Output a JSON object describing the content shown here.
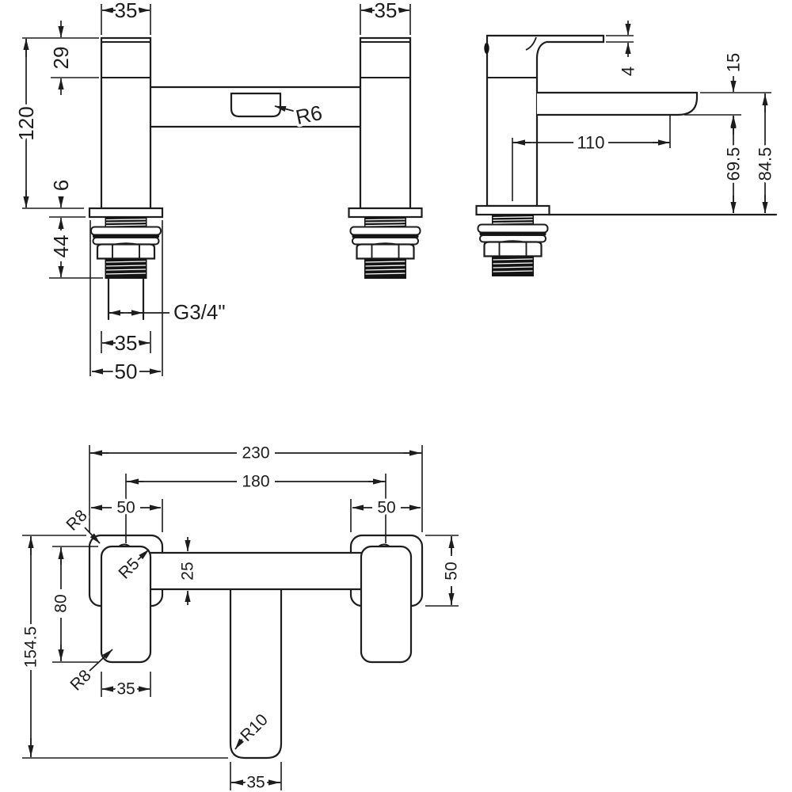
{
  "page": {
    "background": "#ffffff",
    "line_color": "#1d1d1d",
    "kind": "technical-dimension-drawing"
  },
  "views": {
    "front": {
      "title": "front-elevation",
      "labels": {
        "width_left": "35",
        "width_right": "35",
        "cap_height": "29",
        "total_height": "120",
        "plate_thickness": "6",
        "shank_length": "44",
        "thread_spec": "G3/4\"",
        "tail_width": "35",
        "plate_width": "50",
        "recess_radius": "R6"
      }
    },
    "side": {
      "title": "side-elevation",
      "labels": {
        "lever_thickness": "4",
        "spout_thickness": "15",
        "spout_reach": "110",
        "height_under_spout": "69.5",
        "height_over_spout": "84.5"
      }
    },
    "plan": {
      "title": "plan-view",
      "labels": {
        "overall_width": "230",
        "hole_centres": "180",
        "plate_width_left": "50",
        "plate_width_right": "50",
        "plate_corner_radius": "R8",
        "handle_corner_radius": "R5",
        "body_depth": "25",
        "handle_length": "80",
        "overall_depth": "154.5",
        "handle_corner_radius_2": "R8",
        "handle_width": "35",
        "plate_depth": "50",
        "spout_end_radius": "R10",
        "spout_width": "35"
      }
    }
  }
}
